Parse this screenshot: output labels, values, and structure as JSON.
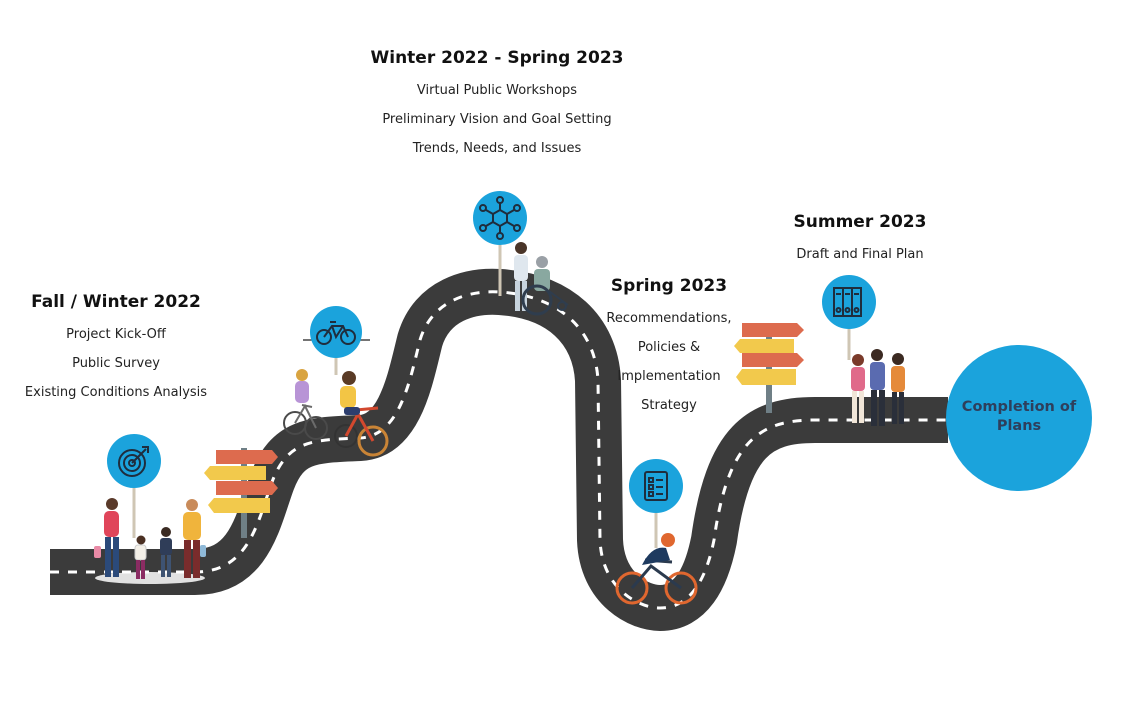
{
  "stages": [
    {
      "heading": "Fall / Winter 2022",
      "items": [
        "Project Kick-Off",
        "Public Survey",
        "Existing Conditions Analysis"
      ],
      "icon": "target-icon"
    },
    {
      "heading": "Winter 2022 - Spring 2023",
      "items": [
        "Virtual Public Workshops",
        "Preliminary Vision and Goal Setting",
        "Trends, Needs, and Issues"
      ],
      "icon": "network-icon"
    },
    {
      "heading": "Spring 2023",
      "items": [
        "Recommendations,",
        "Policies &",
        "Implementation",
        "Strategy"
      ],
      "icon": "checklist-icon"
    },
    {
      "heading": "Summer 2023",
      "items": [
        "Draft and Final Plan"
      ],
      "icon": "binders-icon"
    }
  ],
  "final": {
    "label": "Completion of Plans"
  },
  "colors": {
    "road": "#3b3b3b",
    "marker": "#1ba3dc",
    "sign_red": "#dd6b4e",
    "sign_yellow": "#f2c94c"
  },
  "extra_icons": [
    "bicycle-icon",
    "directional-sign",
    "pedestrians",
    "cyclists",
    "wheelchair-user"
  ]
}
